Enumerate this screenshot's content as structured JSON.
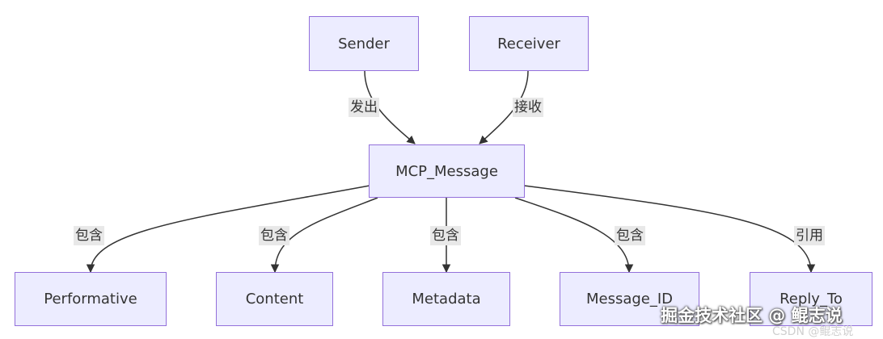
{
  "nodes": {
    "sender": "Sender",
    "receiver": "Receiver",
    "mcp_message": "MCP_Message",
    "performative": "Performative",
    "content": "Content",
    "metadata": "Metadata",
    "message_id": "Message_ID",
    "reply_to": "Reply_To"
  },
  "edges": {
    "sender_to_message": "发出",
    "receiver_to_message": "接收",
    "to_performative": "包含",
    "to_content": "包含",
    "to_metadata": "包含",
    "to_message_id": "包含",
    "to_reply_to": "引用"
  },
  "watermark": {
    "text": "掘金技术社区 @ 鲲志说",
    "sub": "CSDN @鲲志说"
  },
  "colors": {
    "node_fill": "#ECECFF",
    "node_border": "#9370DB",
    "edge": "#333333",
    "label_bg": "#e8e8e8"
  }
}
